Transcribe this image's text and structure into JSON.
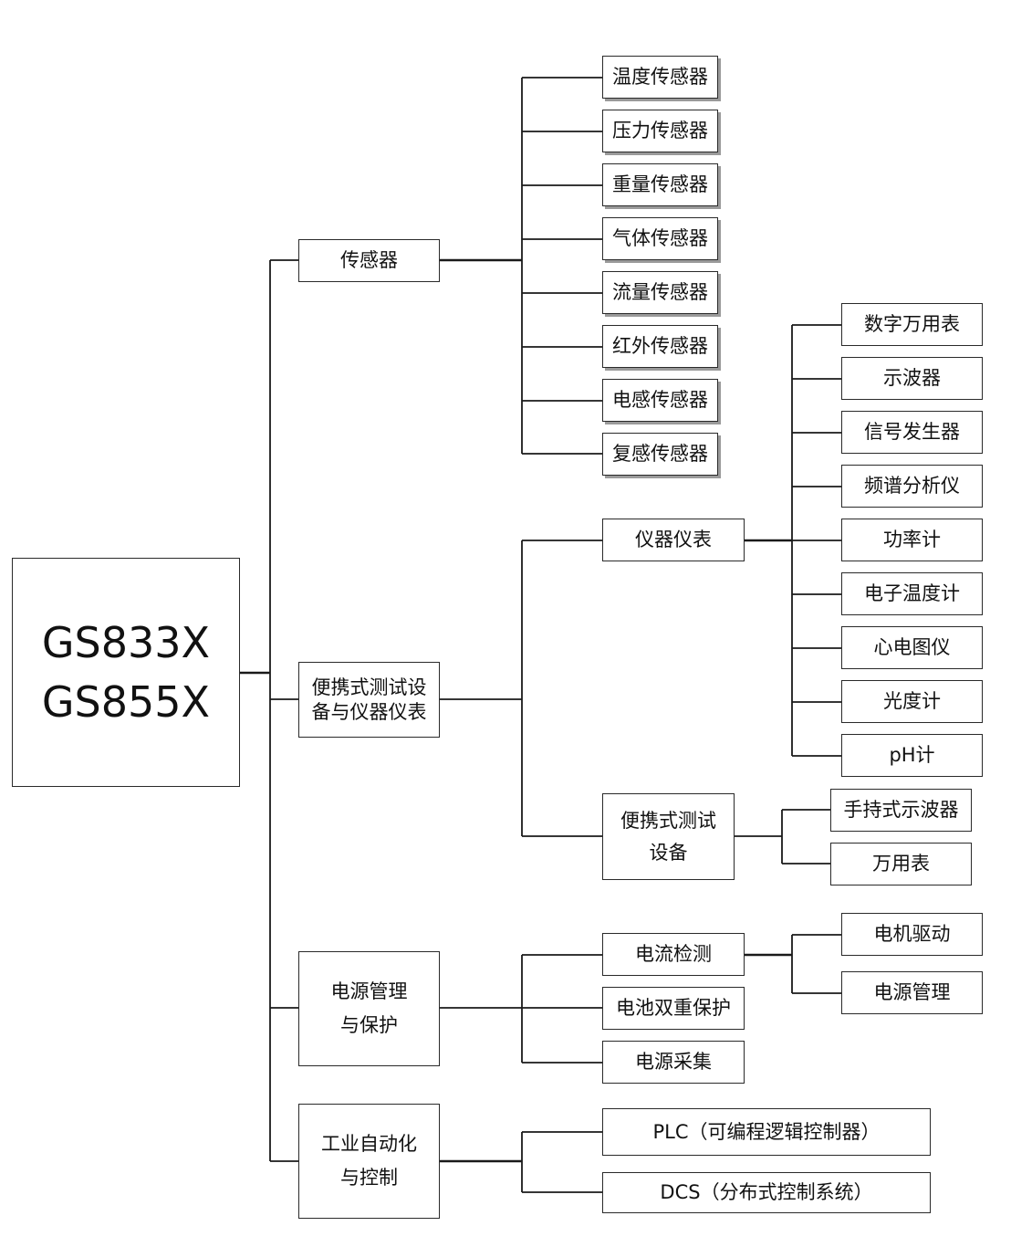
{
  "root": {
    "line1": "GS833X",
    "line2": "GS855X"
  },
  "categories": {
    "sensors": {
      "label": "传感器",
      "items": [
        "温度传感器",
        "压力传感器",
        "重量传感器",
        "气体传感器",
        "流量传感器",
        "红外传感器",
        "电感传感器",
        "复感传感器"
      ]
    },
    "portable": {
      "line1": "便携式测试设",
      "line2": "备与仪器仪表",
      "instruments": {
        "label": "仪器仪表",
        "items": [
          "数字万用表",
          "示波器",
          "信号发生器",
          "频谱分析仪",
          "功率计",
          "电子温度计",
          "心电图仪",
          "光度计",
          "pH计"
        ]
      },
      "test_devices": {
        "line1": "便携式测试",
        "line2": "设备",
        "items": [
          "手持式示波器",
          "万用表"
        ]
      }
    },
    "power": {
      "line1": "电源管理",
      "line2": "与保护",
      "current": {
        "label": "电流检测",
        "items": [
          "电机驱动",
          "电源管理"
        ]
      },
      "battery": "电池双重保护",
      "acquisition": "电源采集"
    },
    "industrial": {
      "line1": "工业自动化",
      "line2": "与控制",
      "items": [
        "PLC（可编程逻辑控制器）",
        "DCS（分布式控制系统）"
      ]
    }
  }
}
